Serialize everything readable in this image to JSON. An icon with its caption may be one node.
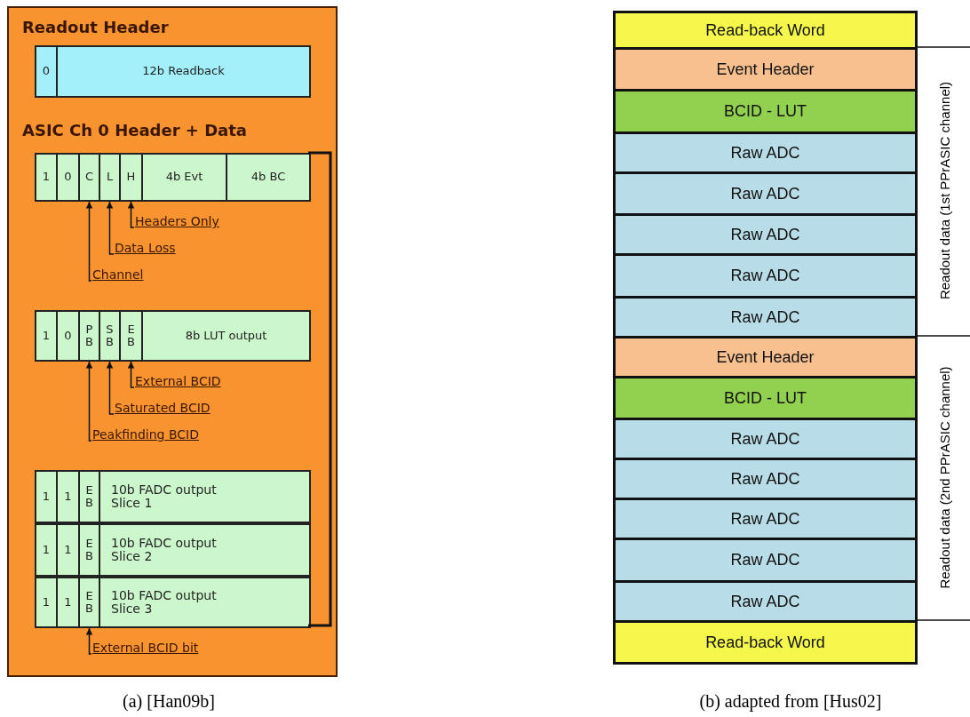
{
  "diagram": {
    "nodes": [
      {
        "text": [],
        "shape": "box"
      },
      {
        "text": [
          "0"
        ],
        "in": 0
      },
      {
        "text": [
          "12b Readback"
        ],
        "in": 0
      },
      {
        "text": [
          "1"
        ],
        "in": 0
      },
      {
        "text": [
          "0"
        ],
        "in": 0
      },
      {
        "text": [
          "C"
        ],
        "in": 0
      },
      {
        "text": [
          "L"
        ],
        "in": 0
      },
      {
        "text": [
          "H"
        ],
        "in": 0
      },
      {
        "text": [
          "4b Evt"
        ],
        "in": 0
      },
      {
        "text": [
          "4b BC"
        ],
        "in": 0
      },
      {
        "text": [
          "Headers Only"
        ],
        "in": 0
      },
      {
        "text": [
          "Data Loss"
        ],
        "in": 0
      },
      {
        "text": [
          "Channel"
        ],
        "in": 0
      },
      {
        "text": [
          "1"
        ],
        "in": 0
      },
      {
        "text": [
          "0"
        ],
        "in": 0
      },
      {
        "text": [
          "P B"
        ],
        "in": 0
      },
      {
        "text": [
          "S B"
        ],
        "in": 0
      },
      {
        "text": [
          "E B"
        ],
        "in": 0
      },
      {
        "text": [
          "8b LUT output"
        ],
        "in": 0
      },
      {
        "text": [
          "External BCID"
        ],
        "in": 0
      },
      {
        "text": [
          "Saturated BCID"
        ],
        "in": 0
      },
      {
        "text": [
          "Peakfinding BCID"
        ],
        "in": 0
      },
      {
        "text": [
          "1"
        ],
        "in": 0
      },
      {
        "text": [
          "1"
        ],
        "in": 0
      },
      {
        "text": [
          "E B"
        ],
        "in": 0
      },
      {
        "text": [
          "10b FADC output Slice 1"
        ],
        "in": 0
      },
      {
        "text": [
          "1"
        ],
        "in": 0
      },
      {
        "text": [
          "1"
        ],
        "in": 0
      },
      {
        "text": [
          "E B"
        ],
        "in": 0
      },
      {
        "text": [
          "10b FADC output Slice 2"
        ],
        "in": 0
      },
      {
        "text": [
          "1"
        ],
        "in": 0
      },
      {
        "text": [
          "1"
        ],
        "in": 0
      },
      {
        "text": [
          "E B"
        ],
        "in": 0
      },
      {
        "text": [
          "10b FADC output Slice 3"
        ],
        "in": 0
      },
      {
        "text": [
          "External BCID bit"
        ],
        "in": 0
      },
      {
        "text": [
          "Read-back Word"
        ]
      },
      {
        "text": [
          "Event Header"
        ]
      },
      {
        "text": [
          "BCID - LUT"
        ]
      },
      {
        "text": [
          "Raw ADC"
        ]
      },
      {
        "text": [
          "Raw ADC"
        ]
      },
      {
        "text": [
          "Raw ADC"
        ]
      },
      {
        "text": [
          "Raw ADC"
        ]
      },
      {
        "text": [
          "Raw ADC"
        ]
      },
      {
        "text": [
          "Event Header"
        ]
      },
      {
        "text": [
          "BCID - LUT"
        ]
      },
      {
        "text": [
          "Raw ADC"
        ]
      },
      {
        "text": [
          "Raw ADC"
        ]
      },
      {
        "text": [
          "Raw ADC"
        ]
      },
      {
        "text": [
          "Raw ADC"
        ]
      },
      {
        "text": [
          "Raw ADC"
        ]
      },
      {
        "text": [
          "Read-back Word"
        ]
      }
    ],
    "edges": [
      {
        "from": 10,
        "to": 7,
        "arrow": "to"
      },
      {
        "from": 11,
        "to": 6,
        "arrow": "to"
      },
      {
        "from": 12,
        "to": 5,
        "arrow": "to"
      },
      {
        "from": 19,
        "to": 17,
        "arrow": "to"
      },
      {
        "from": 20,
        "to": 16,
        "arrow": "to"
      },
      {
        "from": 21,
        "to": 15,
        "arrow": "to"
      },
      {
        "from": 34,
        "to": 32,
        "arrow": "to"
      }
    ],
    "labels": [
      "Readout Header",
      "ASIC Ch 0 Header + Data",
      "Readout data (1st PPrASIC channel)",
      "Readout data (2nd PPrASIC channel)",
      "(a) [Han09b]",
      "(b) adapted from [Hus02]"
    ]
  }
}
